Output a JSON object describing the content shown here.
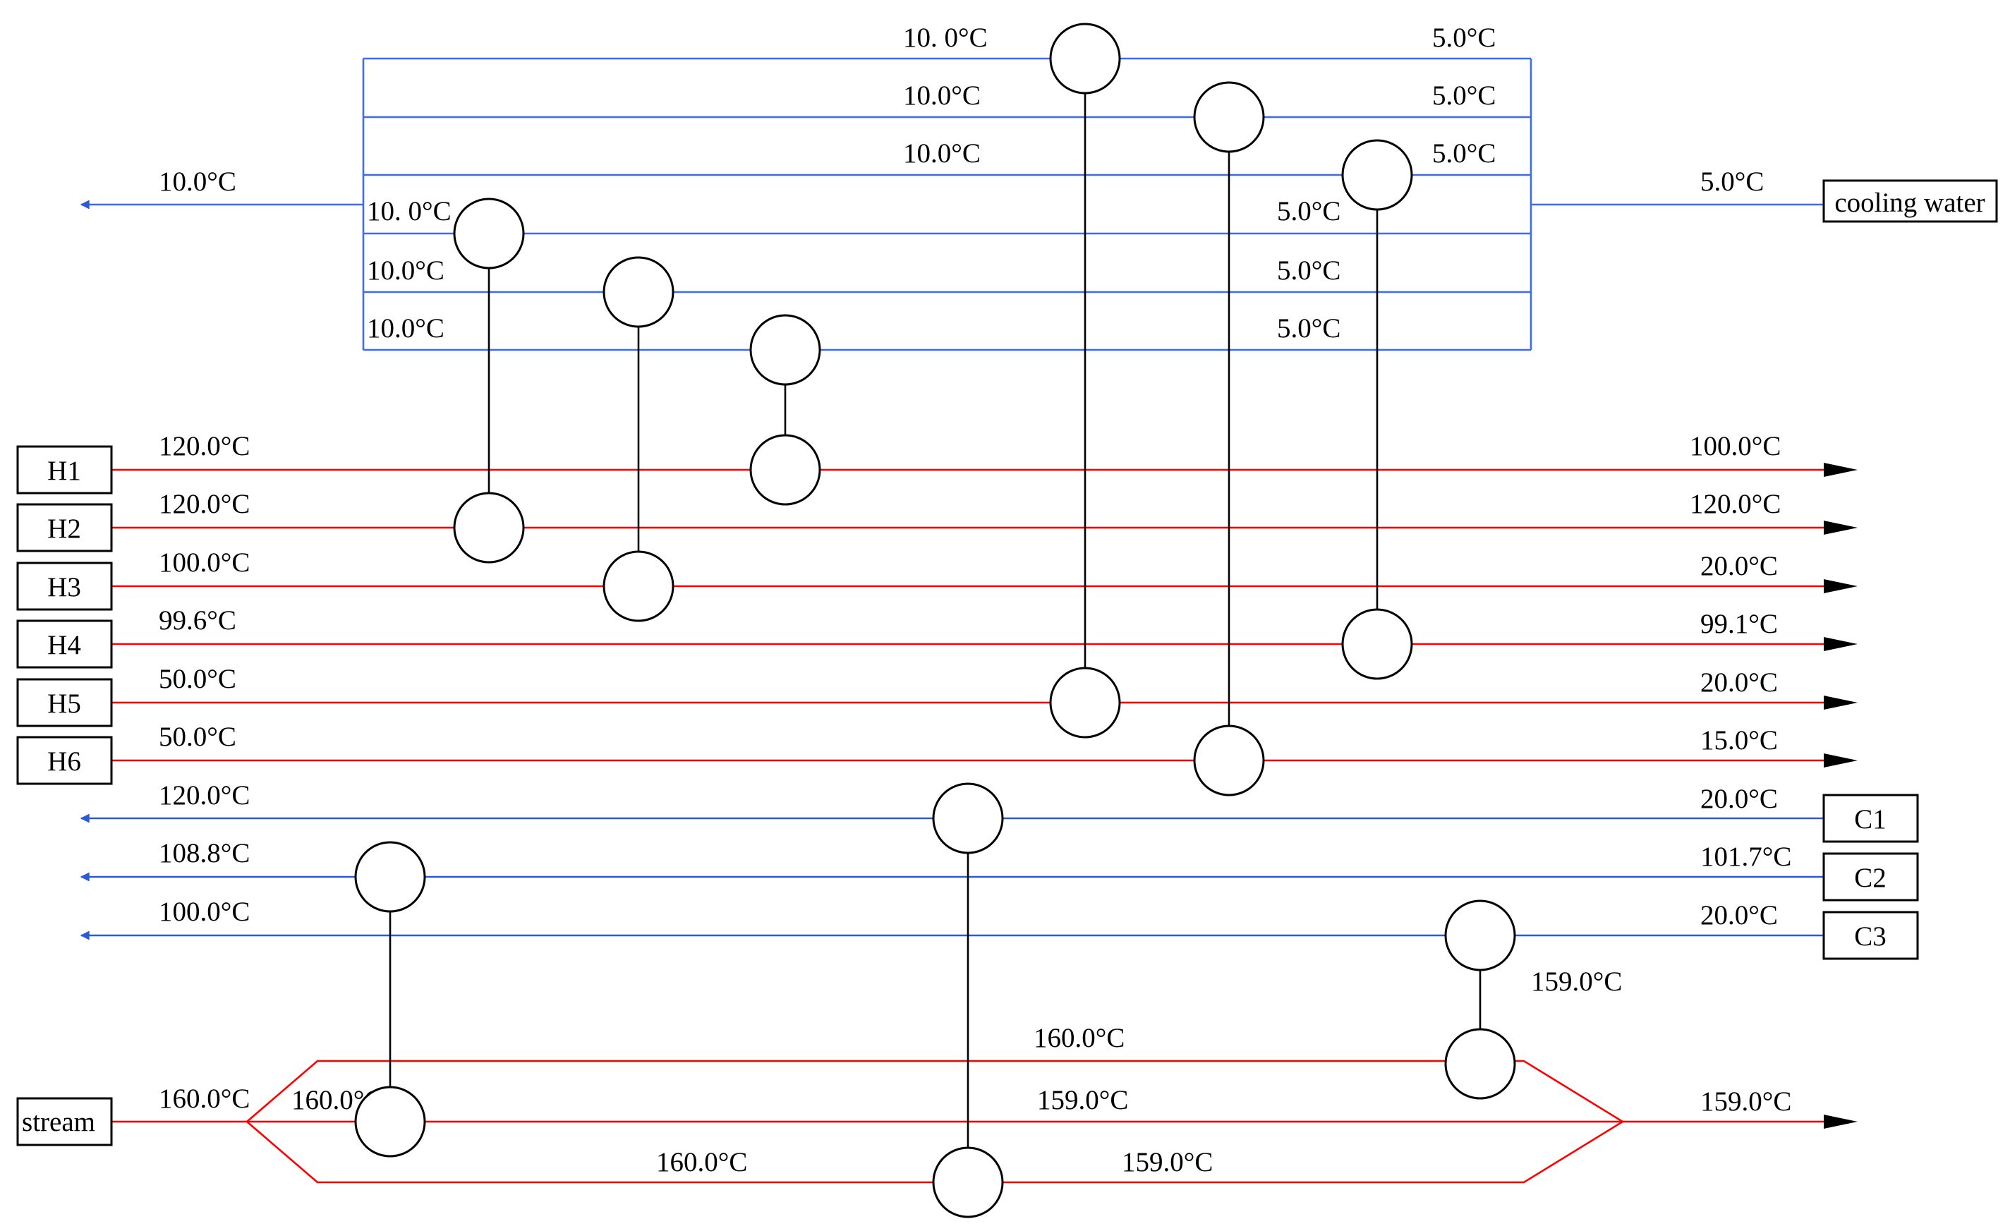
{
  "streams": {
    "cooling_water": {
      "label": "cooling water",
      "in_temp": "5.0°C",
      "out_temp": "10.0°C"
    },
    "cw_branches": [
      {
        "in": "5.0°C",
        "out": "10. 0°C"
      },
      {
        "in": "5.0°C",
        "out": "10.0°C"
      },
      {
        "in": "5.0°C",
        "out": "10.0°C"
      },
      {
        "in": "5.0°C",
        "out": "10. 0°C"
      },
      {
        "in": "5.0°C",
        "out": "10.0°C"
      },
      {
        "in": "5.0°C",
        "out": "10.0°C"
      }
    ],
    "hot": [
      {
        "label": "H1",
        "in": "120.0°C",
        "out": "100.0°C"
      },
      {
        "label": "H2",
        "in": "120.0°C",
        "out": "120.0°C"
      },
      {
        "label": "H3",
        "in": "100.0°C",
        "out": "20.0°C"
      },
      {
        "label": "H4",
        "in": "99.6°C",
        "out": "99.1°C"
      },
      {
        "label": "H5",
        "in": "50.0°C",
        "out": "20.0°C"
      },
      {
        "label": "H6",
        "in": "50.0°C",
        "out": "15.0°C"
      }
    ],
    "cold": [
      {
        "label": "C1",
        "in": "20.0°C",
        "out": "120.0°C"
      },
      {
        "label": "C2",
        "in": "101.7°C",
        "out": "108.8°C"
      },
      {
        "label": "C3",
        "in": "20.0°C",
        "out": "100.0°C"
      }
    ],
    "steam": {
      "label": "stream",
      "in": "160.0°C",
      "split_in": "160.0°C",
      "out": "159.0°C",
      "upper_mid": "160.0°C",
      "upper_after": "159.0°C",
      "middle_mid": "159.0°C",
      "lower_before": "160.0°C",
      "lower_after": "159.0°C"
    }
  },
  "colors": {
    "hot": "#ff0000",
    "cold": "#2a5bd7",
    "cooling_water": "#3b6cf2"
  }
}
